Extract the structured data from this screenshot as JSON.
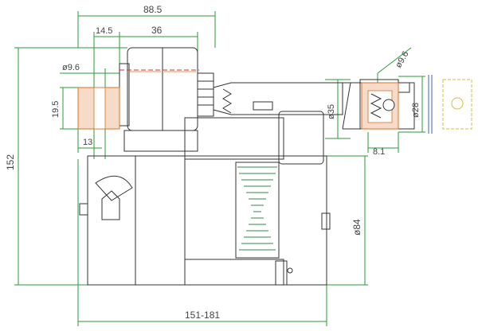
{
  "colors": {
    "dimension": "#2e9a3a",
    "outline": "#333333",
    "hatch": "#d9722a",
    "centerline": "#d93030",
    "reference": "#d4bf3a",
    "pattern": "#3a8a4a"
  },
  "dimensions": {
    "overall_top_width": "88.5",
    "offset_width": "14.5",
    "gear_width": "36",
    "shaft_hole_dia_left": "ø9.6",
    "flange_height": "19.5",
    "flange_offset": "13",
    "overall_height": "152",
    "motor_dia": "ø35",
    "hole_dia_right": "ø9.6",
    "shaft_dia": "ø28",
    "shaft_offset": "8.1",
    "body_dia": "ø84",
    "length_range": "151-181"
  }
}
